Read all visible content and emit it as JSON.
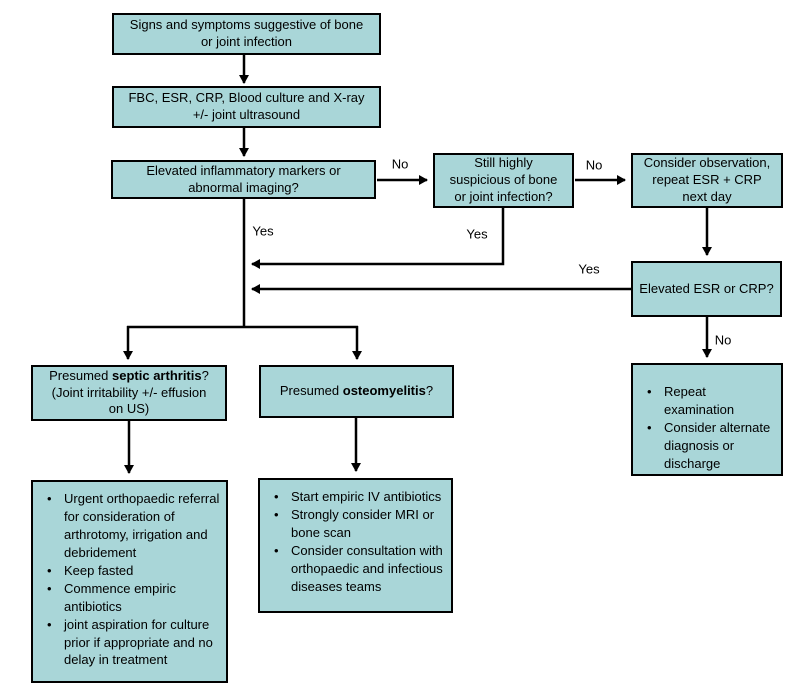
{
  "flowchart": {
    "boxes": {
      "signs": {
        "text": "Signs and symptoms suggestive of bone\nor joint infection"
      },
      "workup": {
        "text": "FBC, ESR, CRP, Blood culture and X-ray\n+/- joint ultrasound"
      },
      "elevated_markers": {
        "text": "Elevated inflammatory markers or\nabnormal imaging?"
      },
      "still_suspicious": {
        "text": "Still highly\nsuspicious of bone\nor joint infection?"
      },
      "observation": {
        "text": "Consider observation,\nrepeat ESR + CRP\nnext day"
      },
      "elevated_esr": {
        "text": "Elevated ESR or CRP?"
      },
      "septic_arthritis": {
        "prefix": "Presumed ",
        "bold": "septic arthritis",
        "suffix": "?\n(Joint irritability +/- effusion\non US)"
      },
      "osteomyelitis": {
        "prefix": "Presumed ",
        "bold": "osteomyelitis",
        "suffix": "?"
      },
      "repeat_exam": {
        "items": [
          "Repeat examination",
          "Consider alternate diagnosis or discharge"
        ]
      },
      "septic_mgmt": {
        "items": [
          "Urgent orthopaedic referral for consideration of arthrotomy, irrigation and debridement",
          "Keep fasted",
          "Commence empiric antibiotics",
          "joint aspiration for culture prior if appropriate and no delay in treatment"
        ]
      },
      "osteo_mgmt": {
        "items": [
          "Start empiric IV antibiotics",
          "Strongly consider MRI or bone scan",
          "Consider consultation with orthopaedic and infectious diseases teams"
        ]
      }
    },
    "edge_labels": {
      "markers_no": "No",
      "suspicious_no": "No",
      "esr_no": "No",
      "markers_yes": "Yes",
      "suspicious_yes": "Yes",
      "esr_yes": "Yes"
    },
    "colors": {
      "box_fill": "#a9d6d8",
      "box_border": "#000000",
      "arrow": "#000000",
      "background": "#ffffff",
      "text": "#000000"
    }
  }
}
